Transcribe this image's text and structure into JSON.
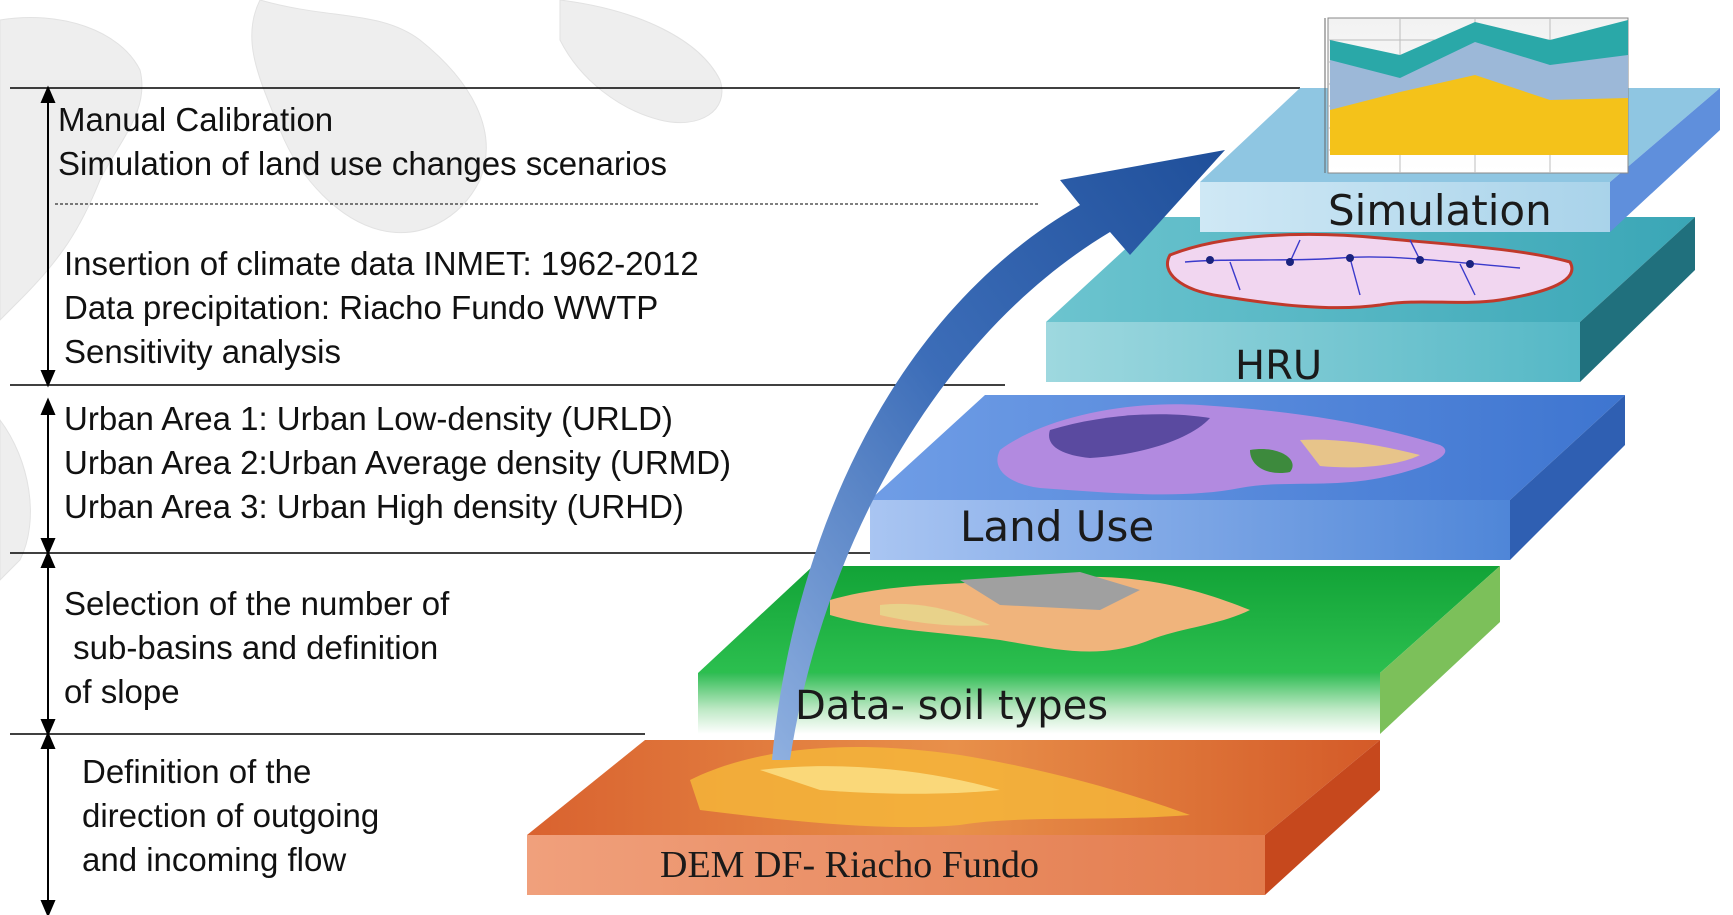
{
  "steps": [
    {
      "lines": [
        "Manual Calibration",
        "Simulation of  land  use changes scenarios"
      ]
    },
    {
      "lines": [
        "Insertion of climate data INMET: 1962-2012",
        "Data precipitation: Riacho Fundo WWTP",
        "Sensitivity analysis"
      ]
    },
    {
      "lines": [
        "Urban Area 1: Urban Low-density (URLD)",
        "Urban Area 2:Urban Average density (URMD)",
        "Urban Area 3: Urban High density (URHD)"
      ]
    },
    {
      "lines": [
        "Selection of the number of",
        " sub-basins and definition",
        "of slope"
      ]
    },
    {
      "lines": [
        "Definition of the",
        "direction of outgoing",
        "and incoming flow"
      ]
    }
  ],
  "layers": {
    "dem": "DEM DF- Riacho Fundo",
    "soil": "Data- soil types",
    "landuse": "Land Use",
    "hru": "HRU",
    "simulation": "Simulation"
  },
  "colors": {
    "dem": "#e8835a",
    "soil": "#1fb141",
    "landuse": "#4f86d8",
    "hru": "#55b8c6",
    "simulation": "#a9d3ea",
    "arrow": "#2d5fa8"
  }
}
